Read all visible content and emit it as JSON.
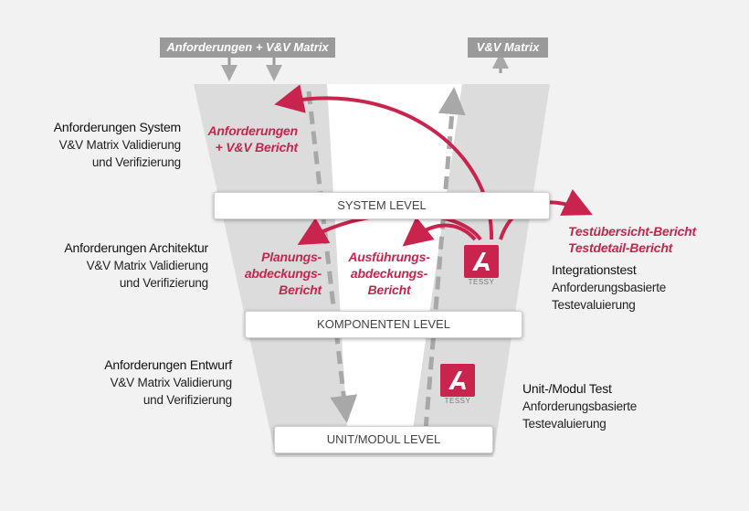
{
  "top_boxes": {
    "left": "Anforderungen + V&V Matrix",
    "right": "V&V Matrix"
  },
  "levels": {
    "system": "SYSTEM LEVEL",
    "komponenten": "KOMPONENTEN LEVEL",
    "unit": "UNIT/MODUL LEVEL"
  },
  "left_labels": [
    {
      "title": "Anforderungen System",
      "line1": "V&V Matrix Validierung",
      "line2": "und Verifizierung"
    },
    {
      "title": "Anforderungen Architektur",
      "line1": "V&V Matrix Validierung",
      "line2": "und Verifizierung"
    },
    {
      "title": "Anforderungen Entwurf",
      "line1": "V&V Matrix Validierung",
      "line2": "und Verifizierung"
    }
  ],
  "red_labels": {
    "anf_bericht": [
      "Anforderungen",
      "+ V&V Bericht"
    ],
    "planung": [
      "Planungs-",
      "abdeckungs-",
      "Bericht"
    ],
    "ausfuehrung": [
      "Ausführungs-",
      "abdeckungs-",
      "Bericht"
    ],
    "testuebersicht": [
      "Testübersicht-Bericht",
      "Testdetail-Bericht"
    ]
  },
  "right_labels": [
    {
      "title": "Integrationstest",
      "line1": "Anforderungsbasierte",
      "line2": "Testevaluierung"
    },
    {
      "title": "Unit-/Modul Test",
      "line1": "Anforderungsbasierte",
      "line2": "Testevaluierung"
    }
  ],
  "logo_text": "TESSY",
  "colors": {
    "accent": "#c8244d",
    "gray_box": "#9a9a9a",
    "funnel": "#dcdcdc",
    "band": "#ffffff"
  }
}
